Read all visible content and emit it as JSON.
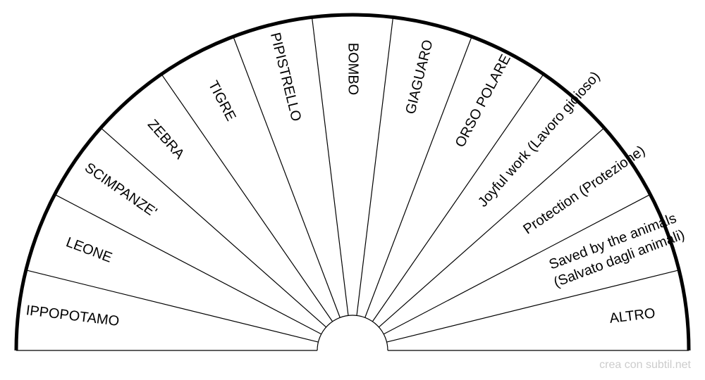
{
  "diagram": {
    "type": "semicircle-pendulum-chart",
    "sectors": [
      {
        "lines": [
          "IPPOPOTAMO"
        ]
      },
      {
        "lines": [
          "LEONE"
        ]
      },
      {
        "lines": [
          "SCIMPANZE'"
        ]
      },
      {
        "lines": [
          "ZEBRA"
        ]
      },
      {
        "lines": [
          "TIGRE"
        ]
      },
      {
        "lines": [
          "PIPISTRELLO"
        ]
      },
      {
        "lines": [
          "BOMBO"
        ]
      },
      {
        "lines": [
          "GIAGUARO"
        ]
      },
      {
        "lines": [
          "ORSO POLARE"
        ]
      },
      {
        "lines": [
          "Joyful work (Lavoro gioioso)"
        ]
      },
      {
        "lines": [
          "Protection (Protezione)"
        ]
      },
      {
        "lines": [
          "Saved by the animals",
          "(Salvato dagli animali)"
        ]
      },
      {
        "lines": [
          "ALTRO"
        ]
      }
    ],
    "colors": {
      "ink": "#000000",
      "background": "#ffffff",
      "credit": "#cccccc"
    }
  },
  "footer": {
    "credit": "crea con subtil.net"
  }
}
